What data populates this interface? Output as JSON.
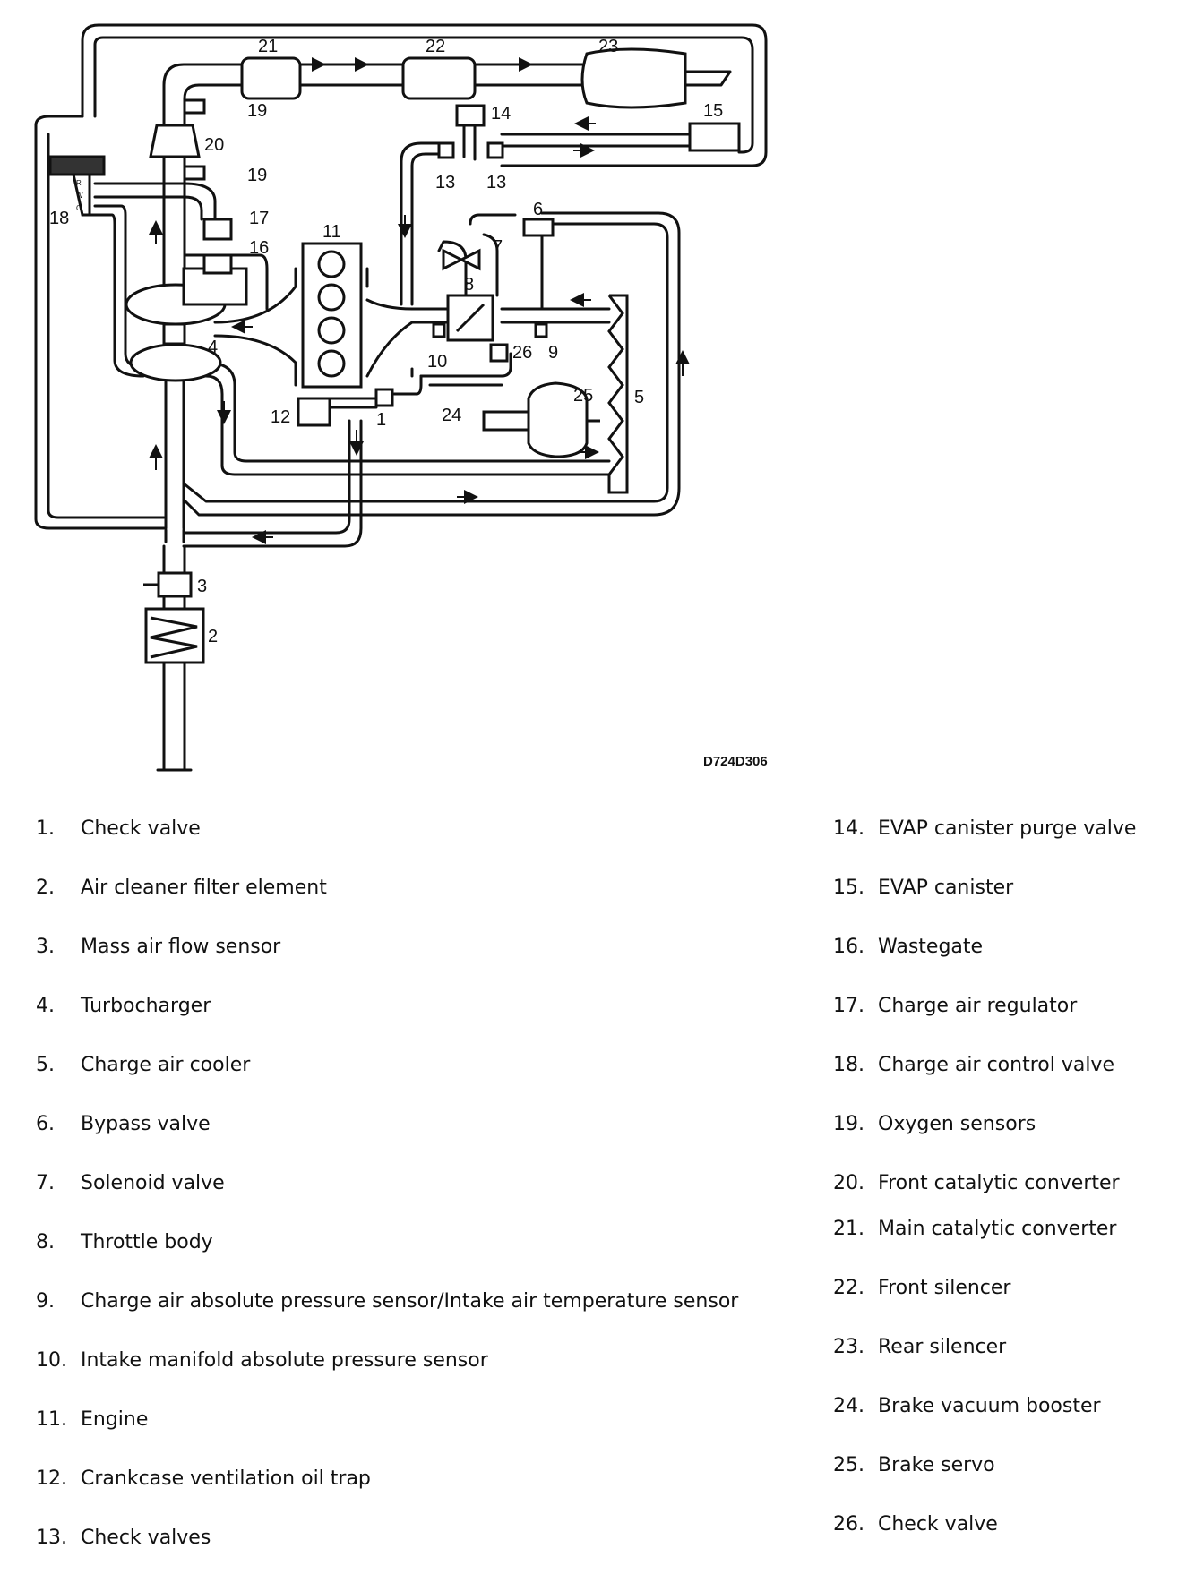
{
  "diagram": {
    "drawing_code": "D724D306",
    "callouts": [
      "1",
      "2",
      "3",
      "4",
      "5",
      "6",
      "7",
      "8",
      "9",
      "10",
      "11",
      "12",
      "13",
      "14",
      "15",
      "16",
      "17",
      "18",
      "19",
      "20",
      "21",
      "22",
      "23",
      "24",
      "25",
      "26"
    ],
    "valve_letters": [
      "R",
      "W",
      "C"
    ]
  },
  "legend": {
    "left": [
      {
        "num": "1.",
        "label": "Check valve"
      },
      {
        "num": "2.",
        "label": "Air cleaner filter element"
      },
      {
        "num": "3.",
        "label": "Mass air flow sensor"
      },
      {
        "num": "4.",
        "label": "Turbocharger"
      },
      {
        "num": "5.",
        "label": "Charge air cooler"
      },
      {
        "num": "6.",
        "label": "Bypass valve"
      },
      {
        "num": "7.",
        "label": "Solenoid valve"
      },
      {
        "num": "8.",
        "label": "Throttle body"
      },
      {
        "num": "9.",
        "label": "Charge air absolute pressure sensor/Intake air temperature sensor"
      },
      {
        "num": "10.",
        "label": "Intake manifold absolute pressure sensor"
      },
      {
        "num": "11.",
        "label": "Engine"
      },
      {
        "num": "12.",
        "label": "Crankcase ventilation oil trap"
      },
      {
        "num": "13.",
        "label": "Check valves"
      }
    ],
    "right": [
      {
        "num": "14.",
        "label": "EVAP canister purge valve"
      },
      {
        "num": "15.",
        "label": "EVAP canister"
      },
      {
        "num": "16.",
        "label": "Wastegate"
      },
      {
        "num": "17.",
        "label": "Charge air regulator"
      },
      {
        "num": "18.",
        "label": "Charge air control valve"
      },
      {
        "num": "19.",
        "label": "Oxygen sensors"
      },
      {
        "num": "20.",
        "label": "Front catalytic converter"
      },
      {
        "num": "21.",
        "label": "Main catalytic converter"
      },
      {
        "num": "22.",
        "label": "Front silencer"
      },
      {
        "num": "23.",
        "label": "Rear silencer"
      },
      {
        "num": "24.",
        "label": "Brake vacuum booster"
      },
      {
        "num": "25.",
        "label": "Brake servo"
      },
      {
        "num": "26.",
        "label": "Check valve"
      }
    ]
  }
}
